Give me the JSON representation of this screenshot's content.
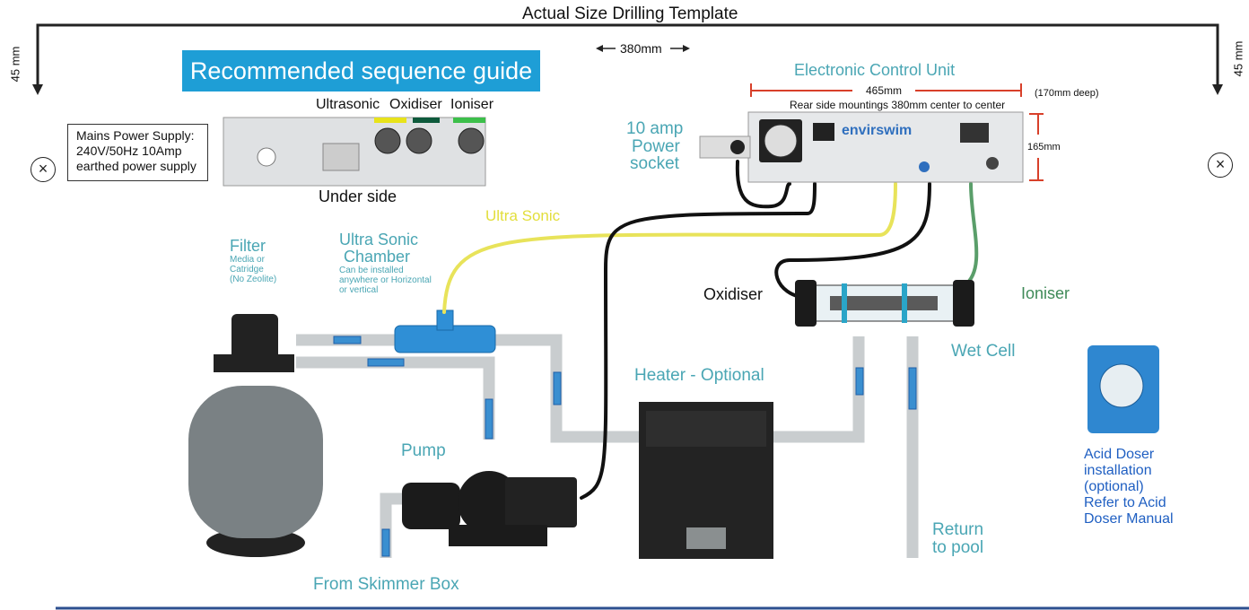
{
  "template": {
    "title": "Actual Size Drilling Template",
    "left_dim": "45 mm",
    "right_dim": "45 mm",
    "span": "380mm"
  },
  "banner": "Recommended sequence guide",
  "underside": {
    "ports": [
      "Ultrasonic",
      "Oxidiser",
      "Ioniser"
    ],
    "caption": "Under side"
  },
  "mains": {
    "line1": "Mains Power Supply:",
    "line2": "240V/50Hz 10Amp",
    "line3": "earthed power supply"
  },
  "control_unit": {
    "title": "Electronic Control Unit",
    "width": "465mm",
    "mounting": "Rear side mountings 380mm center to center",
    "depth": "(170mm deep)",
    "height": "165mm",
    "brand": "envirswim"
  },
  "power_socket": {
    "line1": "10 amp",
    "line2": "Power",
    "line3": "socket"
  },
  "labels": {
    "ultra_sonic": "Ultra Sonic",
    "filter": "Filter",
    "filter_sub1": "Media or",
    "filter_sub2": "Catridge",
    "filter_sub3": "(No Zeolite)",
    "chamber1": "Ultra Sonic",
    "chamber2": "Chamber",
    "chamber_sub1": "Can be installed",
    "chamber_sub2": "anywhere or Horizontal",
    "chamber_sub3": "or vertical",
    "oxidiser": "Oxidiser",
    "ioniser": "Ioniser",
    "wet_cell": "Wet Cell",
    "heater": "Heater - Optional",
    "pump": "Pump",
    "skimmer": "From Skimmer Box",
    "return1": "Return",
    "return2": "to pool"
  },
  "acid_doser": {
    "line1": "Acid Doser",
    "line2": "installation",
    "line3": "(optional)",
    "line4": "Refer to Acid",
    "line5": "Doser Manual"
  },
  "marks": {
    "symbol": "×"
  },
  "colors": {
    "teal": "#4aa6b4",
    "banner": "#1e9ed6",
    "doser_text": "#1f5fc2",
    "ultrasonic_cable": "#e8e35a",
    "ioniser_cable": "#5a9e6a",
    "pipe": "#c9cdcf",
    "dimension_red": "#d8402a",
    "footer_rule": "#2c4f8f"
  }
}
